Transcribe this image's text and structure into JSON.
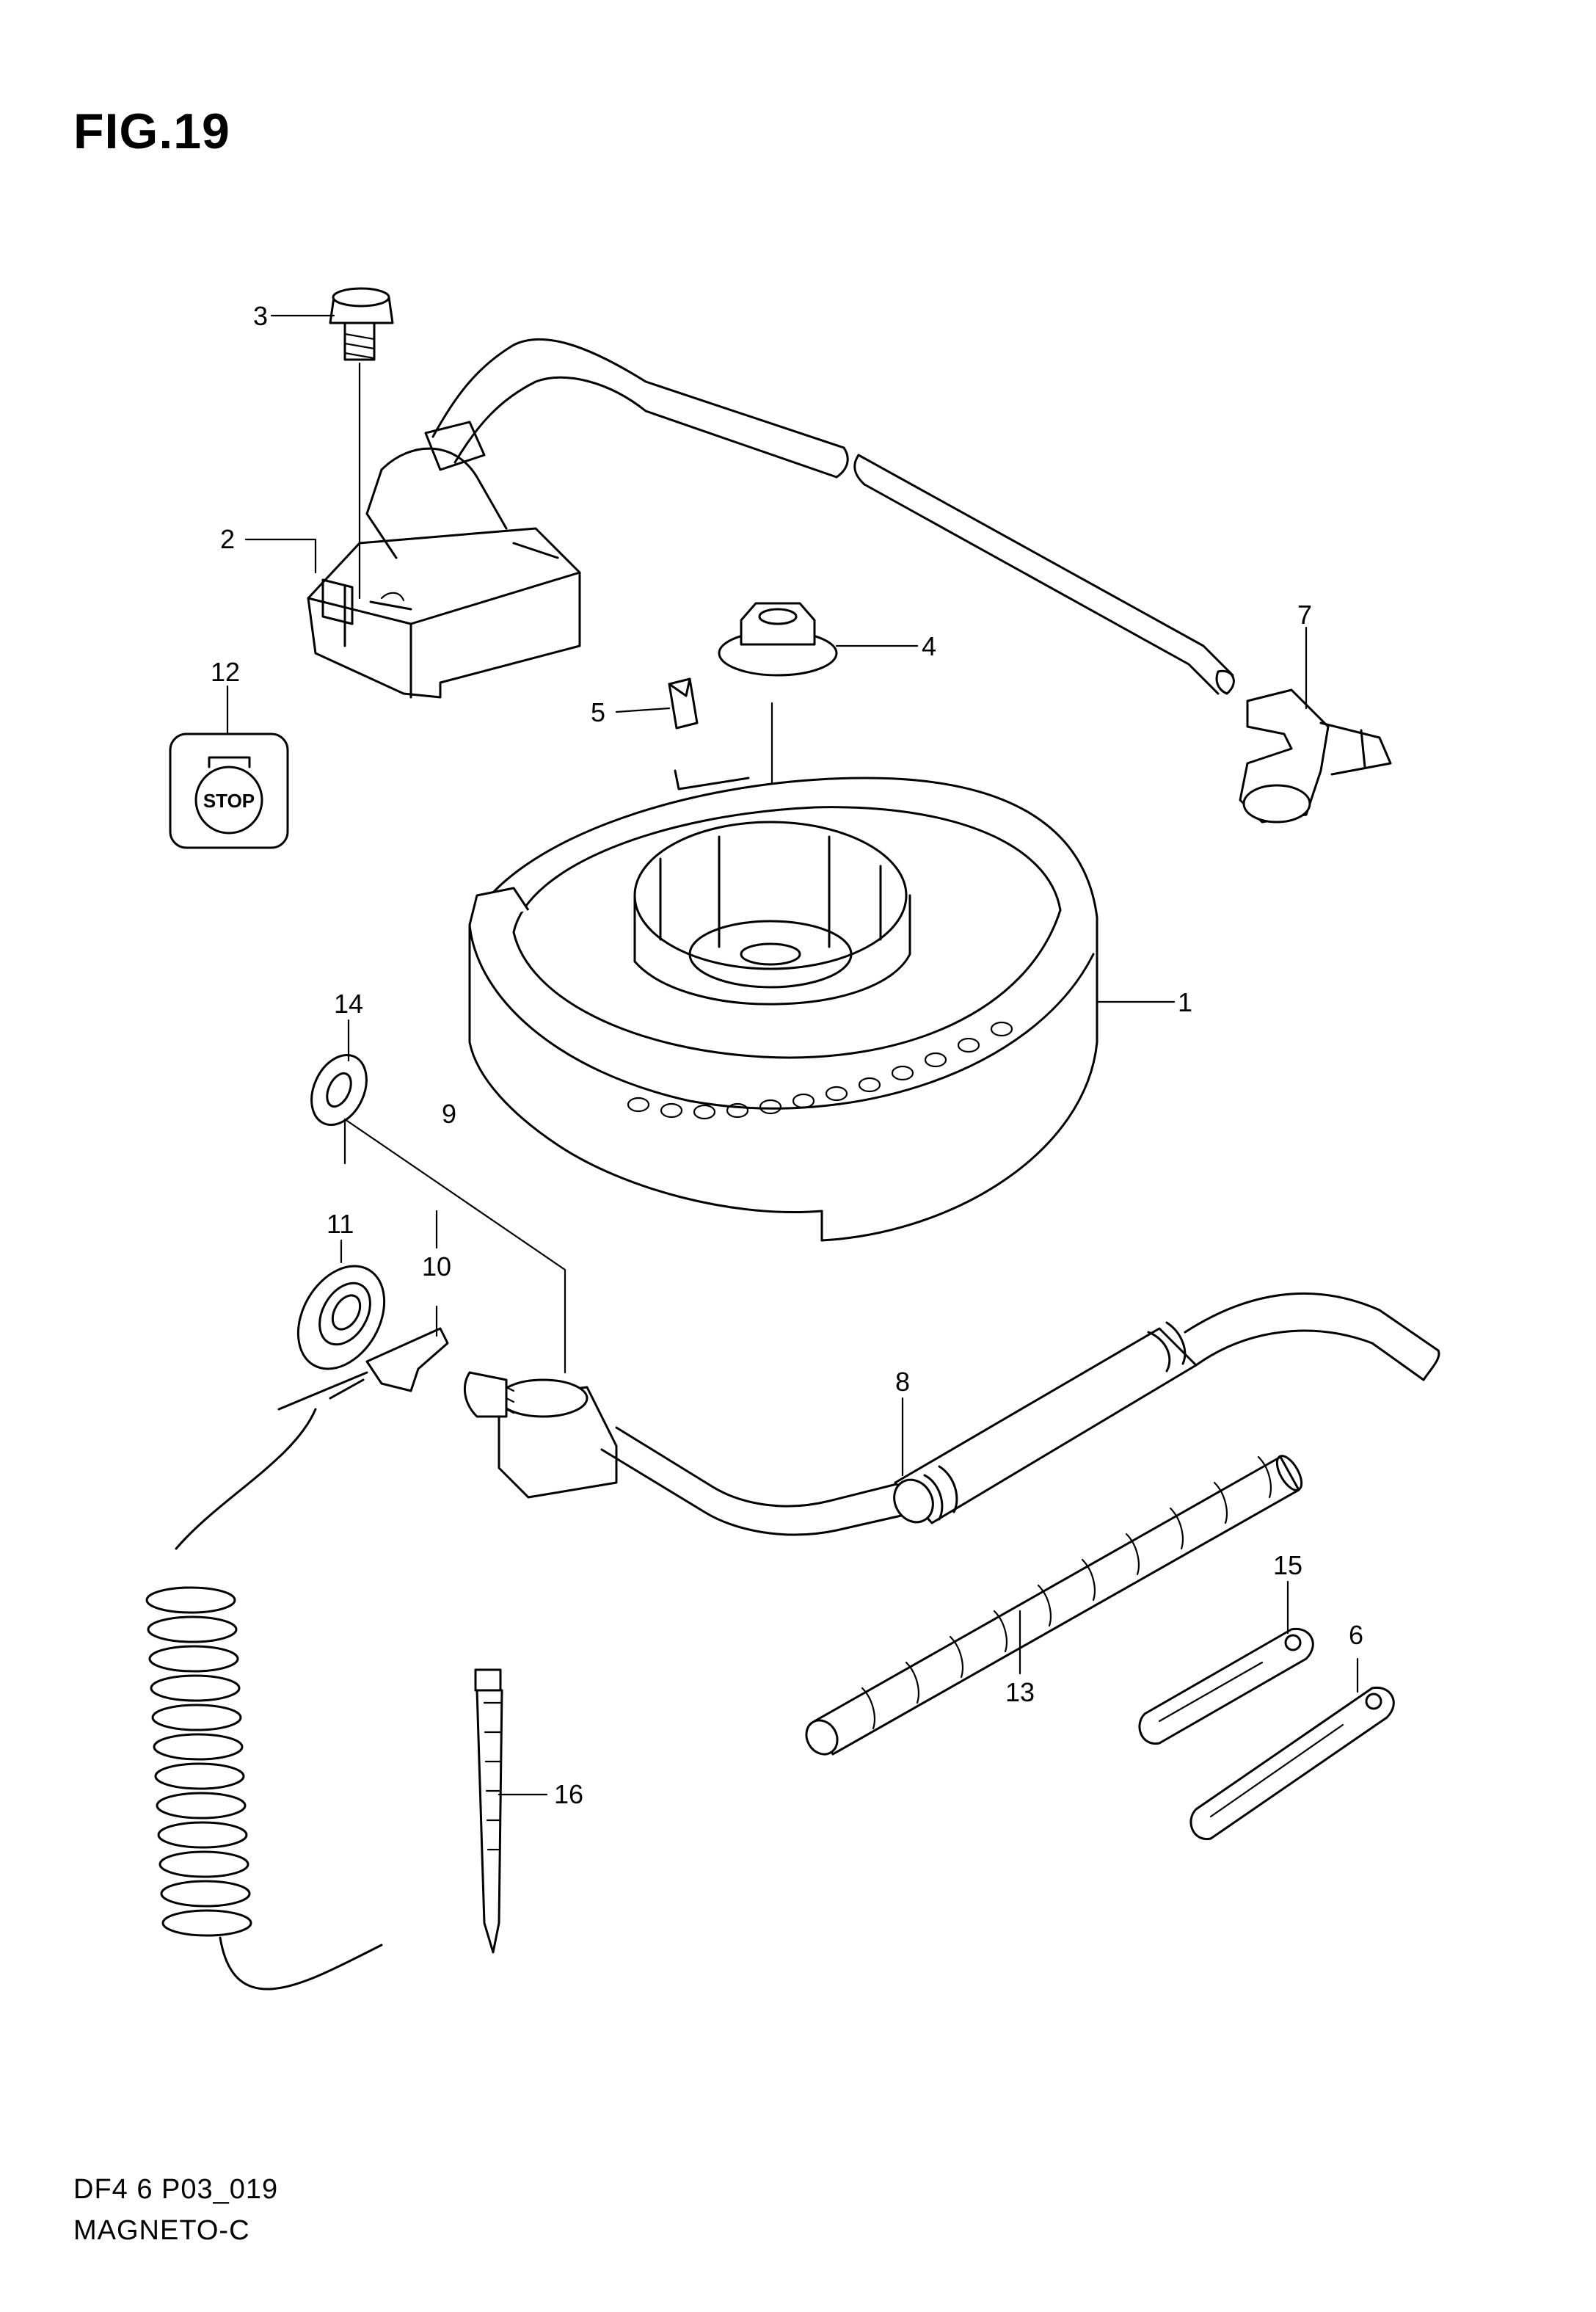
{
  "figure": {
    "title": "FIG.19",
    "code": "DF4 6 P03_019",
    "name": "MAGNETO-C"
  },
  "parts": [
    {
      "number": "1",
      "name": "flywheel"
    },
    {
      "number": "2",
      "name": "ignition-coil"
    },
    {
      "number": "3",
      "name": "bolt"
    },
    {
      "number": "4",
      "name": "nut"
    },
    {
      "number": "5",
      "name": "key"
    },
    {
      "number": "6",
      "name": "clamp"
    },
    {
      "number": "7",
      "name": "spark-plug-cap"
    },
    {
      "number": "8",
      "name": "cable-tube"
    },
    {
      "number": "9",
      "name": "stop-switch-assembly"
    },
    {
      "number": "10",
      "name": "stop-clip"
    },
    {
      "number": "11",
      "name": "seal"
    },
    {
      "number": "12",
      "name": "stop-plate"
    },
    {
      "number": "13",
      "name": "protector"
    },
    {
      "number": "14",
      "name": "washer"
    },
    {
      "number": "15",
      "name": "clamp"
    },
    {
      "number": "16",
      "name": "cable-tie"
    }
  ],
  "stop_plate_text": "STOP"
}
